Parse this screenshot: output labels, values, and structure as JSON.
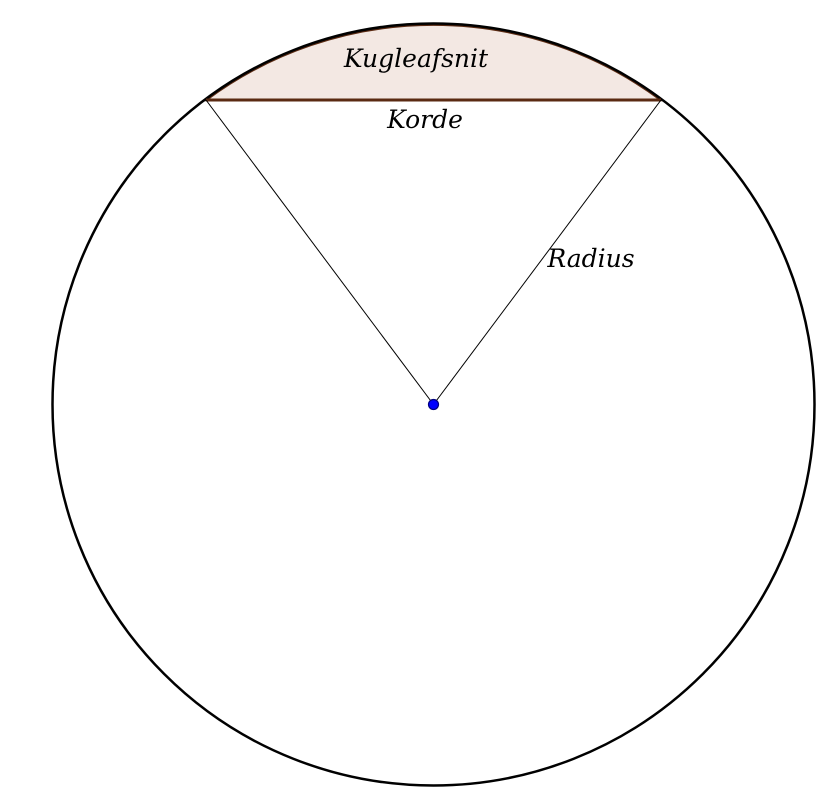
{
  "diagram": {
    "labels": {
      "segment": "Kugleafsnit",
      "chord": "Korde",
      "radius": "Radius"
    },
    "colors": {
      "circle_stroke": "#000000",
      "segment_fill": "#f3e8e3",
      "segment_stroke": "#5a2a12",
      "center_point_fill": "#0000ff",
      "center_point_stroke": "#000080",
      "radius_line": "#000000"
    }
  }
}
